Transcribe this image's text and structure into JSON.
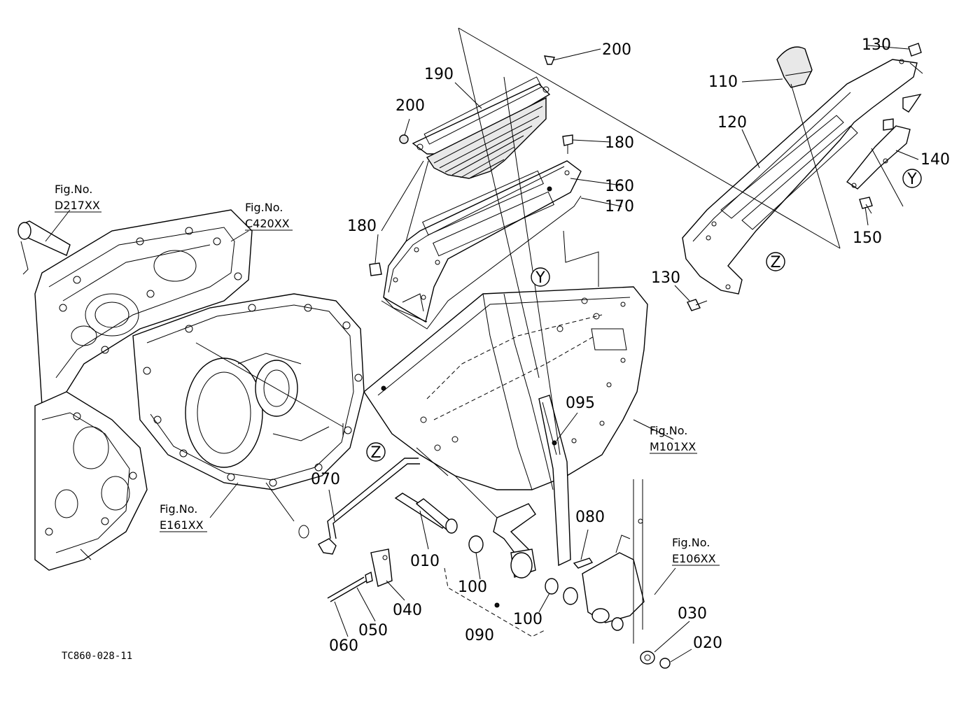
{
  "diagram_code": "TC860-028-11",
  "part_labels": [
    {
      "id": "p200a",
      "text": "200"
    },
    {
      "id": "p190",
      "text": "190"
    },
    {
      "id": "p200b",
      "text": "200"
    },
    {
      "id": "p180a",
      "text": "180"
    },
    {
      "id": "p160",
      "text": "160"
    },
    {
      "id": "p170",
      "text": "170"
    },
    {
      "id": "p180b",
      "text": "180"
    },
    {
      "id": "p130a",
      "text": "130"
    },
    {
      "id": "p110",
      "text": "110"
    },
    {
      "id": "p120",
      "text": "120"
    },
    {
      "id": "p140",
      "text": "140"
    },
    {
      "id": "p150",
      "text": "150"
    },
    {
      "id": "p130b",
      "text": "130"
    },
    {
      "id": "p095",
      "text": "095"
    },
    {
      "id": "p070",
      "text": "070"
    },
    {
      "id": "p080",
      "text": "080"
    },
    {
      "id": "p010",
      "text": "010"
    },
    {
      "id": "p100a",
      "text": "100"
    },
    {
      "id": "p040",
      "text": "040"
    },
    {
      "id": "p050",
      "text": "050"
    },
    {
      "id": "p060",
      "text": "060"
    },
    {
      "id": "p090",
      "text": "090"
    },
    {
      "id": "p100b",
      "text": "100"
    },
    {
      "id": "p030",
      "text": "030"
    },
    {
      "id": "p020",
      "text": "020"
    }
  ],
  "figure_refs": [
    {
      "id": "d217",
      "caption": "Fig.No.",
      "code": "D217XX"
    },
    {
      "id": "c420",
      "caption": "Fig.No.",
      "code": "C420XX"
    },
    {
      "id": "m101",
      "caption": "Fig.No.",
      "code": "M101XX"
    },
    {
      "id": "e161",
      "caption": "Fig.No.",
      "code": "E161XX"
    },
    {
      "id": "e106",
      "caption": "Fig.No.",
      "code": "E106XX"
    }
  ],
  "connector_markers": [
    {
      "id": "y1",
      "text": "Y"
    },
    {
      "id": "y2",
      "text": "Y"
    },
    {
      "id": "z1",
      "text": "Z"
    },
    {
      "id": "z2",
      "text": "Z"
    }
  ]
}
